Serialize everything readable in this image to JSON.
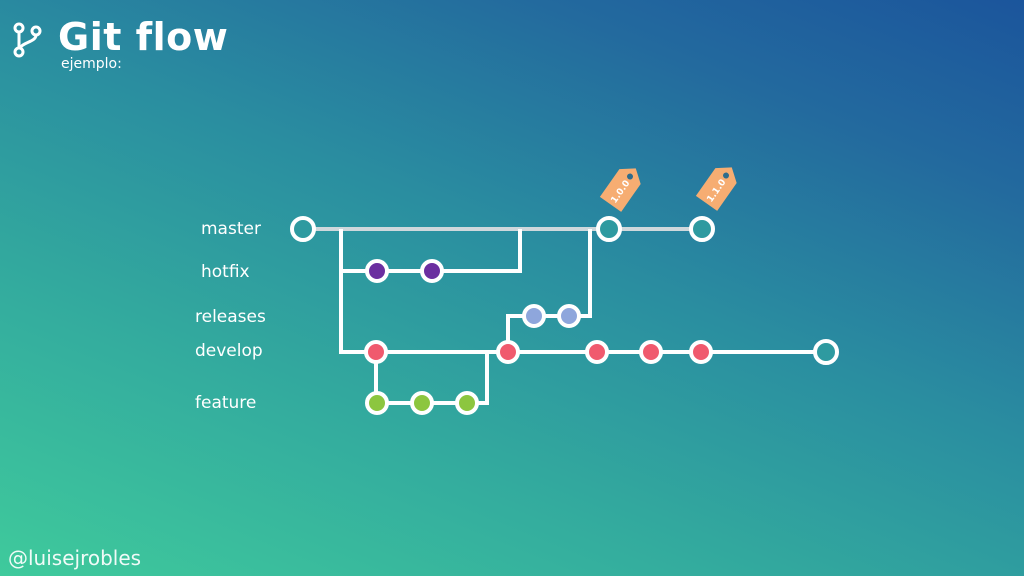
{
  "header": {
    "title": "Git flow",
    "subtitle": "ejemplo:",
    "icon": "git-branch-icon"
  },
  "branches": [
    {
      "id": "master",
      "label": "master"
    },
    {
      "id": "hotfix",
      "label": "hotfix"
    },
    {
      "id": "releases",
      "label": "releases"
    },
    {
      "id": "develop",
      "label": "develop"
    },
    {
      "id": "feature",
      "label": "feature"
    }
  ],
  "tags": [
    {
      "label": "1.0.0"
    },
    {
      "label": "1.1.0"
    }
  ],
  "colors": {
    "line": "#ffffff",
    "master_line": "#cfd8dc",
    "hollow_fill": "#2e9aa0",
    "hotfix": "#6b2fa0",
    "releases": "#8ea6dc",
    "develop": "#f05a6e",
    "feature": "#8cc63f",
    "tag": "#f6ad72"
  },
  "footer": {
    "credit": "@luisejrobles"
  }
}
